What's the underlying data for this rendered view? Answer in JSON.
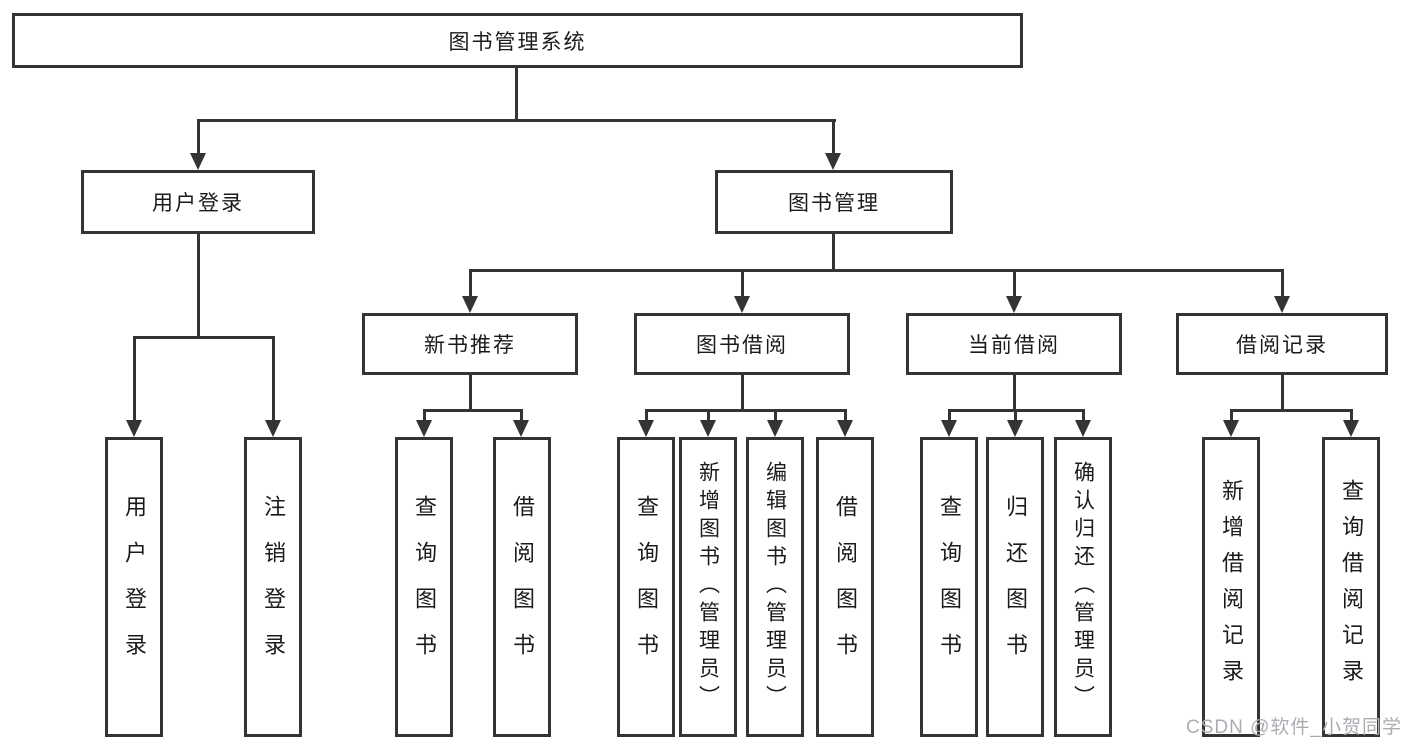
{
  "diagram": {
    "type": "hierarchy",
    "title": "图书管理系统",
    "watermark": "CSDN @软件_小贺同学",
    "colors": {
      "line": "#343434",
      "box_fill": "#ffffff",
      "text": "#1b1b1b",
      "watermark": "#a9adb2",
      "background": "#ffffff"
    },
    "tree": {
      "root": "图书管理系统",
      "level2": [
        {
          "label": "用户登录",
          "children": [
            "用户登录",
            "注销登录"
          ]
        },
        {
          "label": "图书管理",
          "groups": [
            {
              "label": "新书推荐",
              "children": [
                "查询图书",
                "借阅图书"
              ]
            },
            {
              "label": "图书借阅",
              "children": [
                "查询图书",
                "新增图书（管理员）",
                "编辑图书（管理员）",
                "借阅图书"
              ]
            },
            {
              "label": "当前借阅",
              "children": [
                "查询图书",
                "归还图书",
                "确认归还（管理员）"
              ]
            },
            {
              "label": "借阅记录",
              "children": [
                "新增借阅记录",
                "查询借阅记录"
              ]
            }
          ]
        }
      ]
    }
  }
}
